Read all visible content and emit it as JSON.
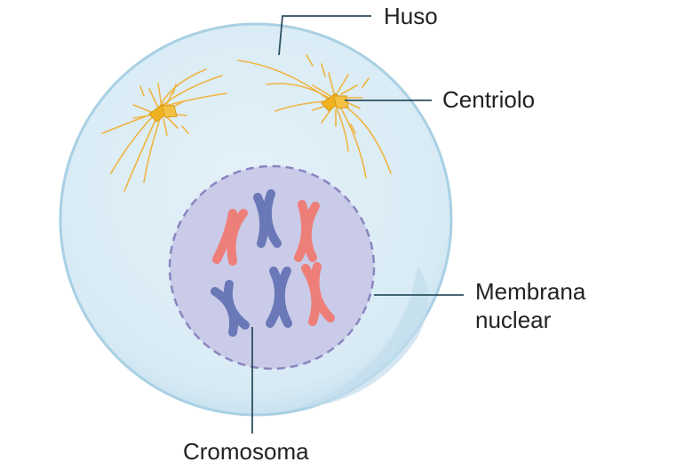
{
  "labels": {
    "huso": "Huso",
    "centriolo": "Centriolo",
    "membrana_line1": "Membrana",
    "membrana_line2": "nuclear",
    "cromosoma": "Cromosoma"
  },
  "colors": {
    "cytoplasm": "#dcedf6",
    "cell_edge": "#a9d0e4",
    "nucleus": "#c9cbe8",
    "nuclear_membrane": "#8b85c0",
    "chromosome_blue": "#6a78b8",
    "chromosome_red": "#ee7e78",
    "centriole": "#f0b21e",
    "spindle": "#f0b440",
    "leader_line": "#2d4f5f"
  }
}
